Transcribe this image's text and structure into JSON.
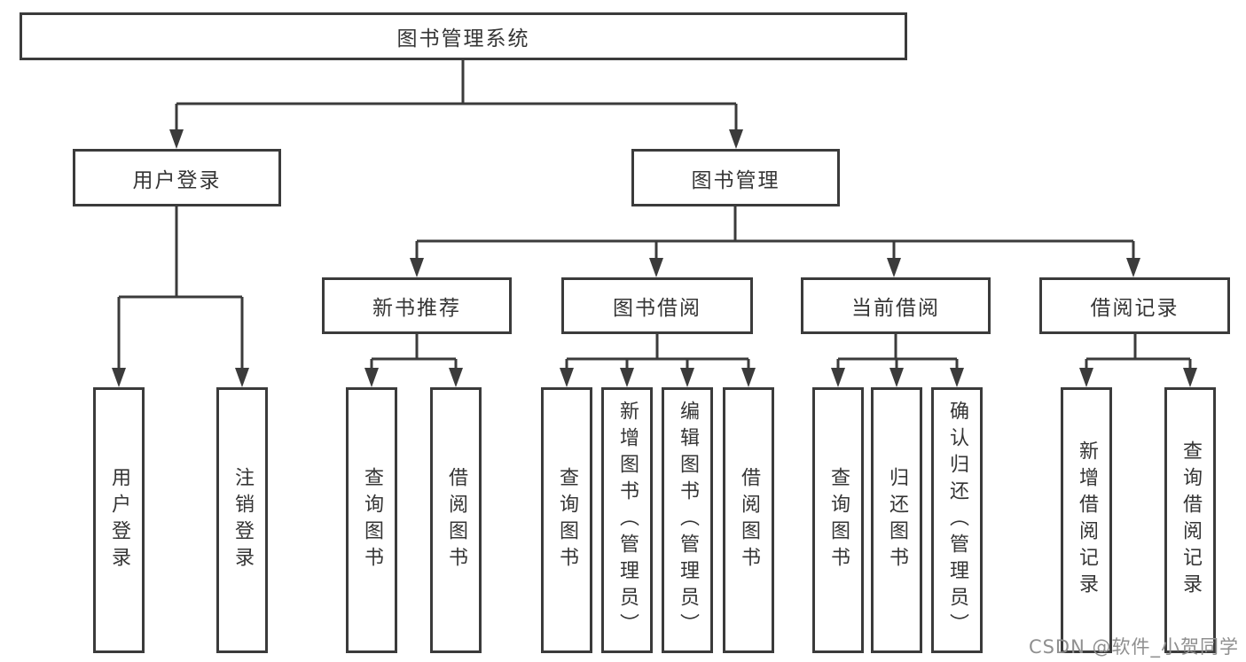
{
  "diagram": {
    "title": "图书管理系统",
    "root": {
      "label": "图书管理系统"
    },
    "level2": [
      {
        "id": "user-login",
        "label": "用户登录"
      },
      {
        "id": "book-management",
        "label": "图书管理"
      }
    ],
    "level3": [
      {
        "id": "new-book-recommend",
        "parent": "book-management",
        "label": "新书推荐"
      },
      {
        "id": "book-borrow",
        "parent": "book-management",
        "label": "图书借阅"
      },
      {
        "id": "current-borrow",
        "parent": "book-management",
        "label": "当前借阅"
      },
      {
        "id": "borrow-records",
        "parent": "book-management",
        "label": "借阅记录"
      }
    ],
    "leaves": [
      {
        "parent": "user-login",
        "label": "用户登录"
      },
      {
        "parent": "user-login",
        "label": "注销登录"
      },
      {
        "parent": "new-book-recommend",
        "label": "查询图书"
      },
      {
        "parent": "new-book-recommend",
        "label": "借阅图书"
      },
      {
        "parent": "book-borrow",
        "label": "查询图书"
      },
      {
        "parent": "book-borrow",
        "label": "新增图书（管理员）"
      },
      {
        "parent": "book-borrow",
        "label": "编辑图书（管理员）"
      },
      {
        "parent": "book-borrow",
        "label": "借阅图书"
      },
      {
        "parent": "current-borrow",
        "label": "查询图书"
      },
      {
        "parent": "current-borrow",
        "label": "归还图书"
      },
      {
        "parent": "current-borrow",
        "label": "确认归还（管理员）"
      },
      {
        "parent": "borrow-records",
        "label": "新增借阅记录"
      },
      {
        "parent": "borrow-records",
        "label": "查询借阅记录"
      }
    ]
  },
  "colors": {
    "line": "#3b3b3b",
    "box_border": "#3b3b3b",
    "box_fill": "#ffffff",
    "text": "#353535",
    "watermark": "#8f8f8f"
  },
  "watermark": {
    "text": "CSDN @软件_小贺同学"
  }
}
